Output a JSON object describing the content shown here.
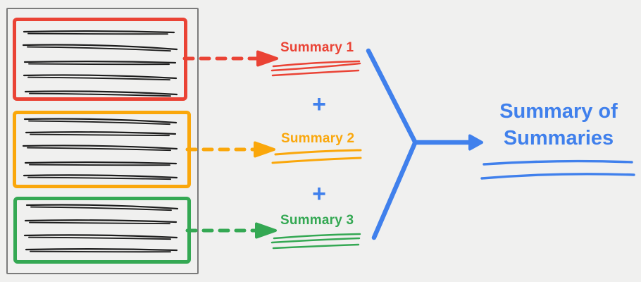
{
  "colors": {
    "background": "#F0F0EF",
    "red": "#EA4335",
    "orange": "#FAA70B",
    "green": "#34A853",
    "blue": "#4080EC",
    "ink": "#1D1D1D",
    "document_border": "#7B7B7B"
  },
  "document": {
    "chunks": [
      {
        "id": "chunk-1",
        "color_name": "red",
        "scribble_line_count": 5
      },
      {
        "id": "chunk-2",
        "color_name": "orange",
        "scribble_line_count": 5
      },
      {
        "id": "chunk-3",
        "color_name": "green",
        "scribble_line_count": 4
      }
    ]
  },
  "summaries": [
    {
      "label": "Summary 1",
      "color_name": "red"
    },
    {
      "label": "Summary 2",
      "color_name": "orange"
    },
    {
      "label": "Summary 3",
      "color_name": "green"
    }
  ],
  "operators": {
    "plus": "+"
  },
  "result": {
    "label": "Summary of Summaries",
    "color_name": "blue"
  }
}
